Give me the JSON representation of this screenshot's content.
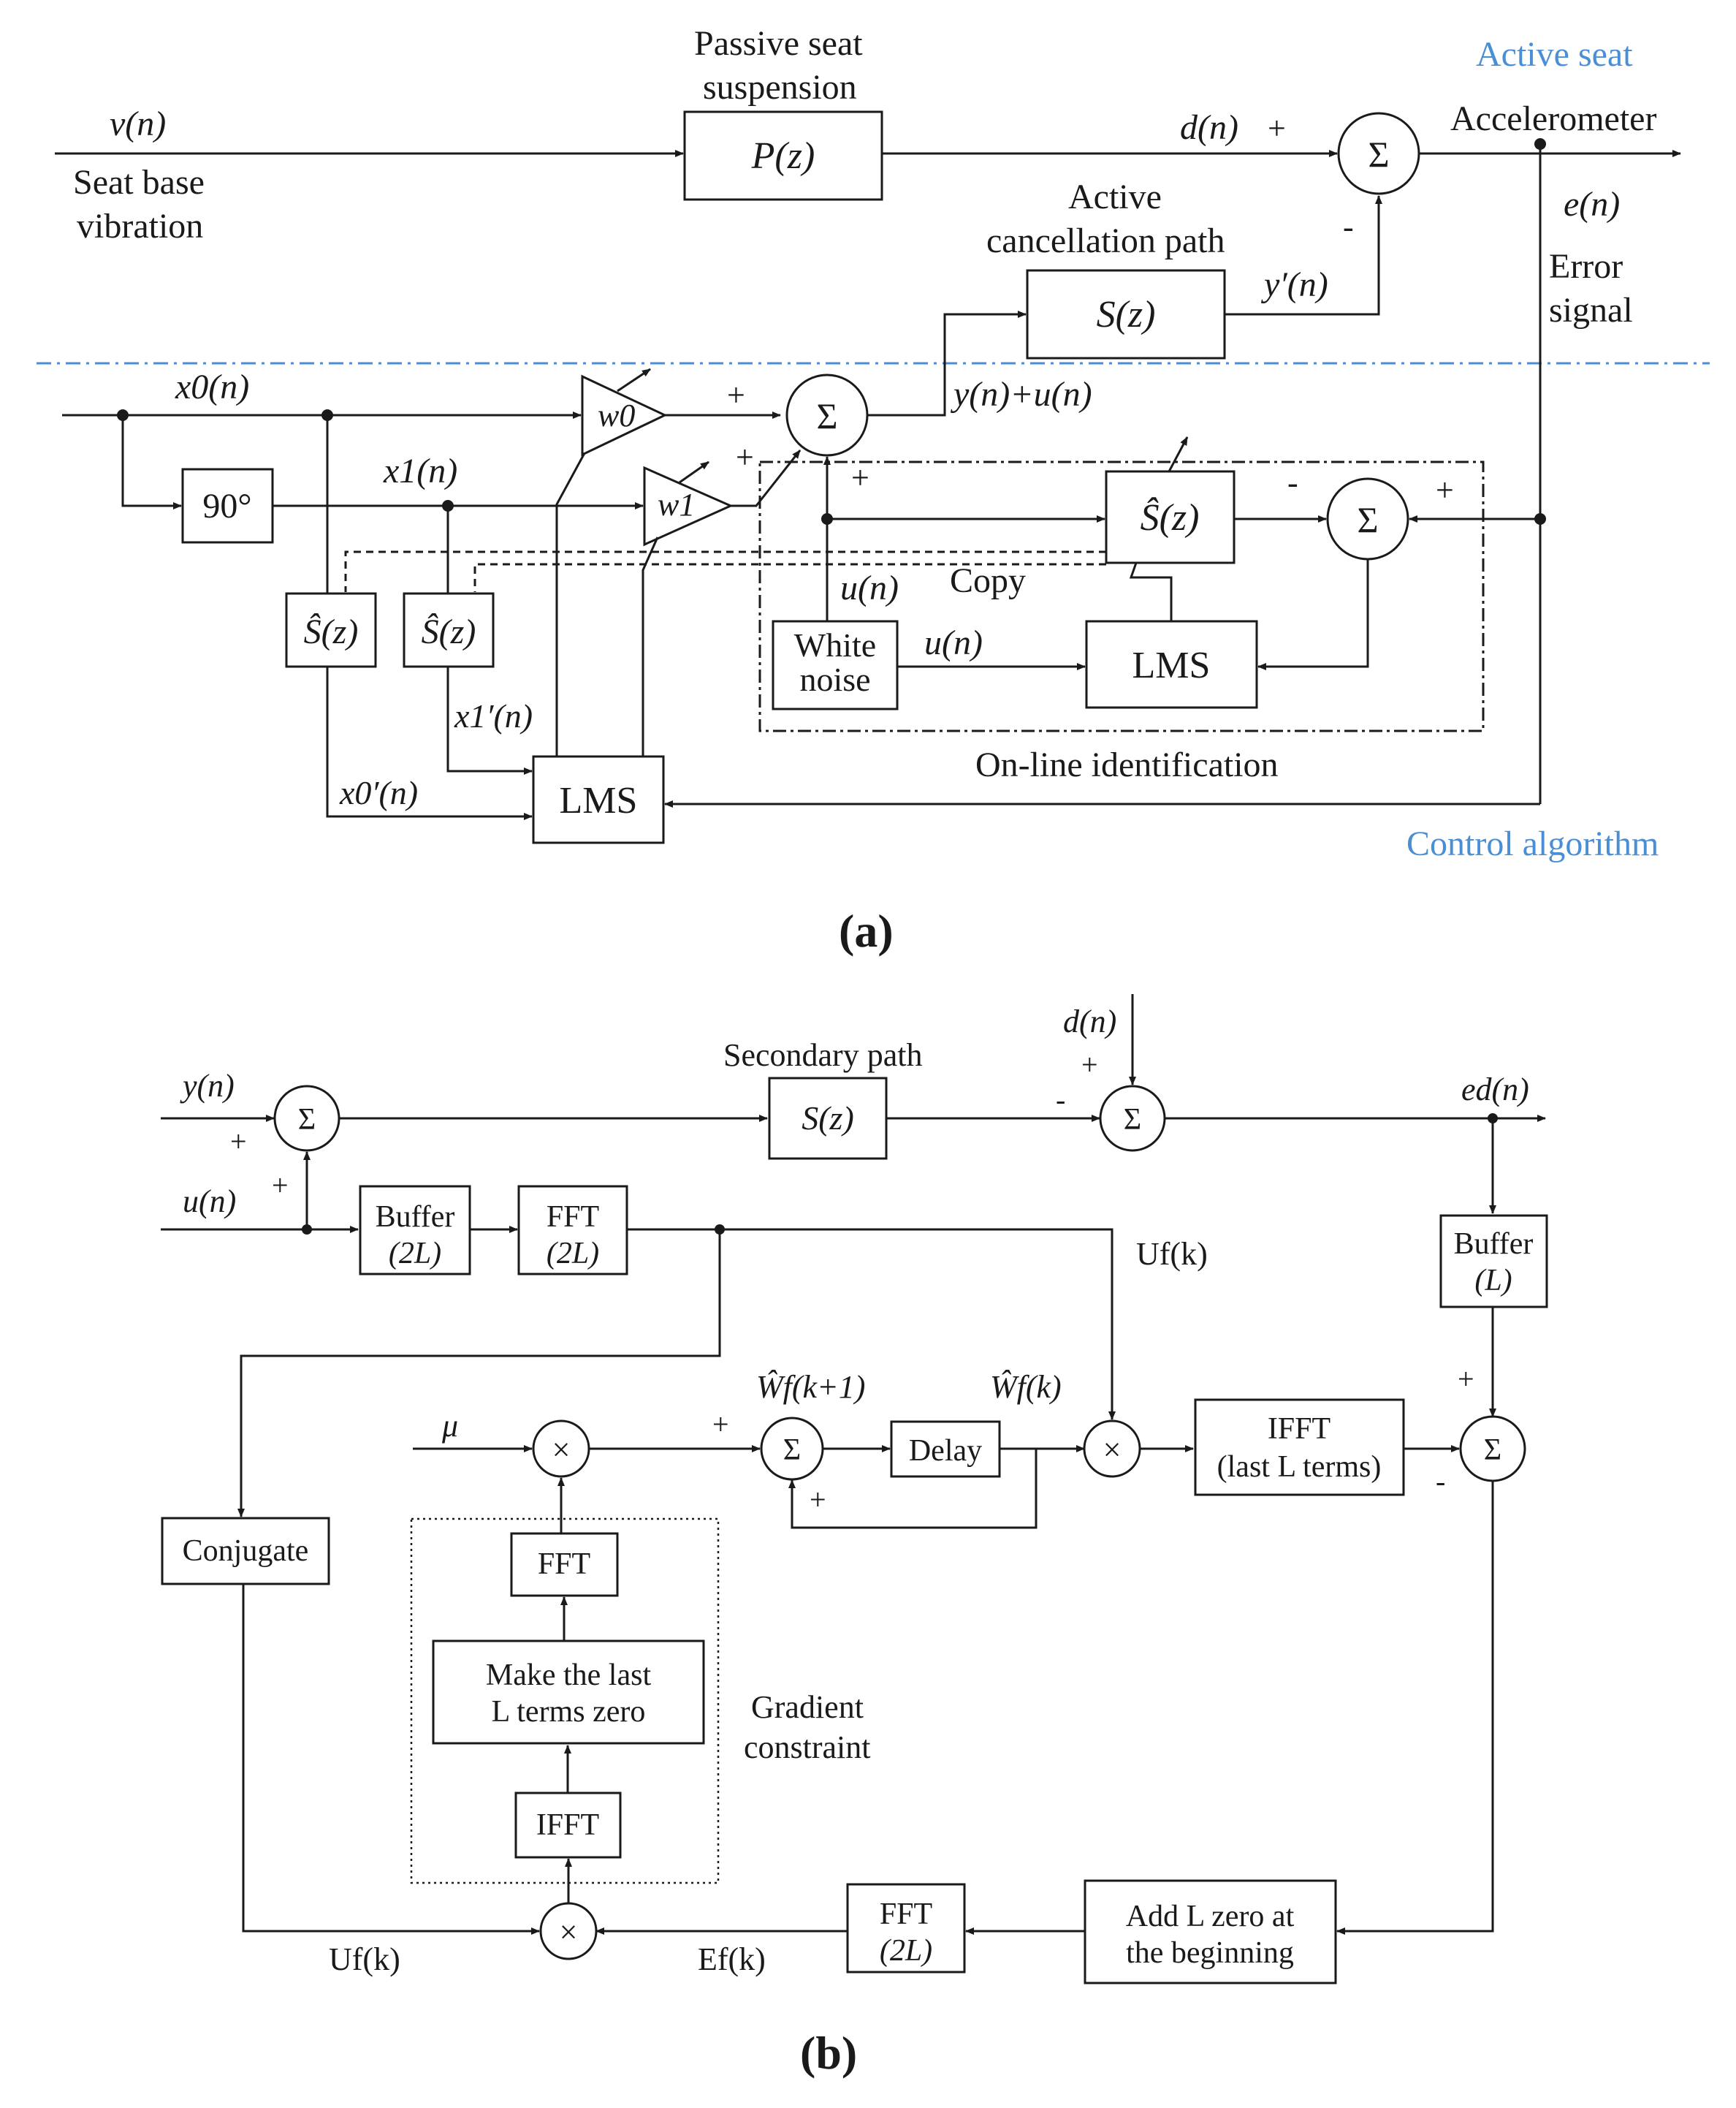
{
  "panel_a": {
    "caption": "(a)",
    "region_active_seat": "Active seat",
    "region_control_algorithm": "Control algorithm",
    "signal_vn": "v(n)",
    "seat_base_1": "Seat base",
    "seat_base_2": "vibration",
    "passive_1": "Passive seat",
    "passive_2": "suspension",
    "pz_block": "P(z)",
    "dn_label": "d(n)",
    "plus": "+",
    "minus": "-",
    "sigma": "Σ",
    "accelerometer": "Accelerometer",
    "en_label": "e(n)",
    "error_1": "Error",
    "error_2": "signal",
    "active_canc_1": "Active",
    "active_canc_2": "cancellation path",
    "sz_block": "S(z)",
    "yprime_label": "y′(n)",
    "x0_label": "x0(n)",
    "x1_label": "x1(n)",
    "w0_label": "w0",
    "w1_label": "w1",
    "phase_block": "90°",
    "yu_label": "y(n)+u(n)",
    "shat_block": "Ŝ(z)",
    "copy_label": "Copy",
    "un_label": "u(n)",
    "white_noise_1": "White",
    "white_noise_2": "noise",
    "lms_block": "LMS",
    "x1prime_label": "x1′(n)",
    "x0prime_label": "x0′(n)",
    "online_id": "On-line identification"
  },
  "panel_b": {
    "caption": "(b)",
    "yn_label": "y(n)",
    "un_label": "u(n)",
    "dn_label": "d(n)",
    "ed_label": "ed(n)",
    "secondary_path": "Secondary path",
    "sz_block": "S(z)",
    "buffer_2l_1": "Buffer",
    "buffer_2l_2": "(2L)",
    "fft_2l_1": "FFT",
    "fft_2l_2": "(2L)",
    "buffer_l_1": "Buffer",
    "buffer_l_2": "(L)",
    "uf_label": "Uf(k)",
    "mu_label": "μ",
    "times": "×",
    "sigma": "Σ",
    "plus": "+",
    "minus": "-",
    "wf_next": "Ŵf(k+1)",
    "wf_k": "Ŵf(k)",
    "delay_block": "Delay",
    "ifft_last_1": "IFFT",
    "ifft_last_2": "(last L terms)",
    "conjugate_block": "Conjugate",
    "fft_block": "FFT",
    "make_zero_1": "Make the last",
    "make_zero_2": "L terms zero",
    "ifft_block": "IFFT",
    "gradient_1": "Gradient",
    "gradient_2": "constraint",
    "add_zero_1": "Add L zero at",
    "add_zero_2": "the beginning",
    "fft_2l_bottom_1": "FFT",
    "fft_2l_bottom_2": "(2L)",
    "ef_label": "Ef(k)",
    "uf_bottom_label": "Uf(k)"
  }
}
